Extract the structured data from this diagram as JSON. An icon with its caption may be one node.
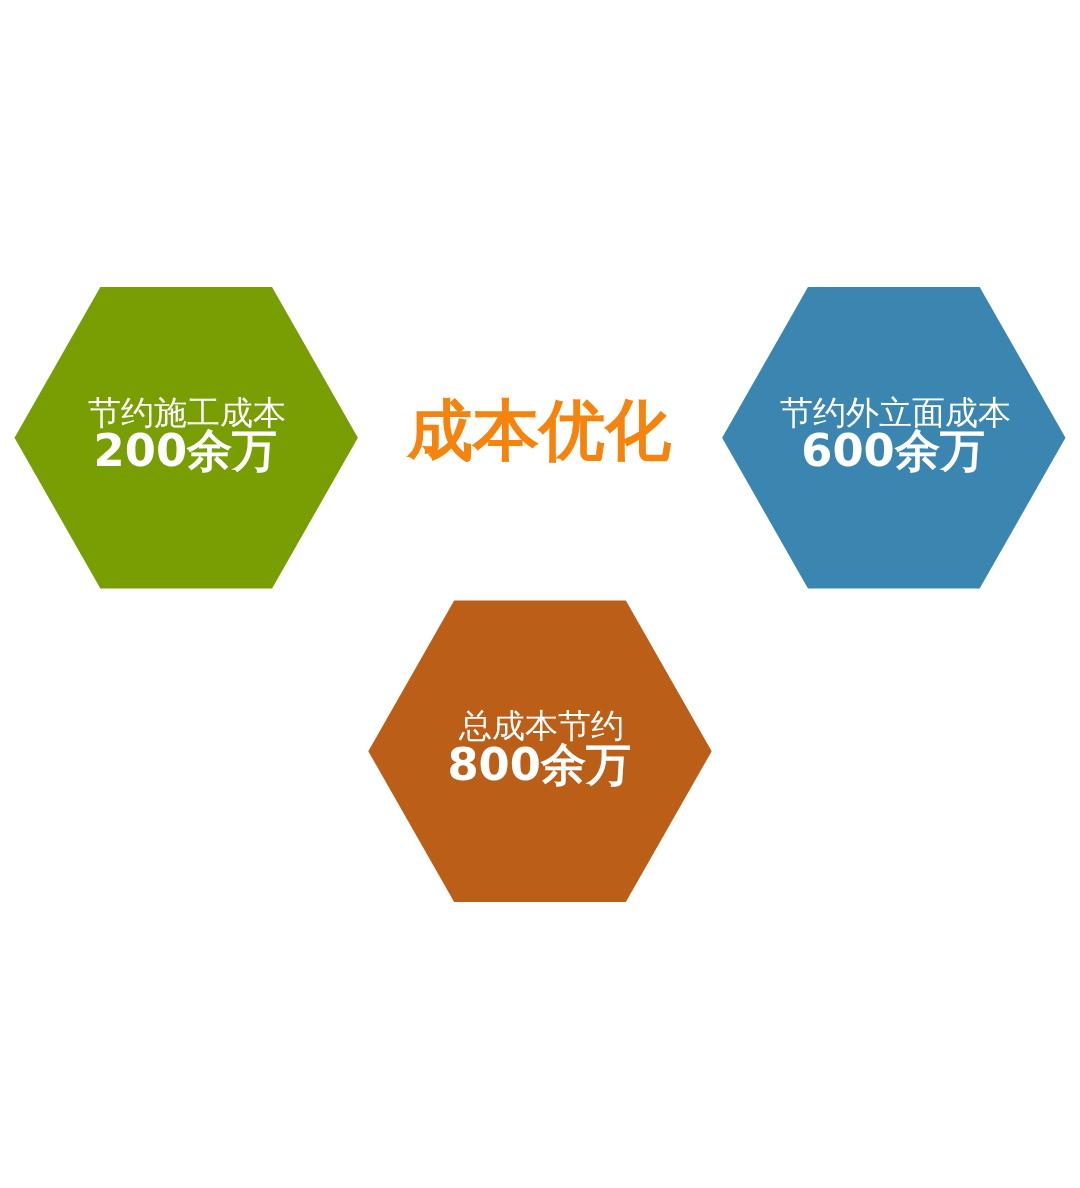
{
  "diagram": {
    "nodes": [
      {
        "text": [
          "节约施工成本",
          "200余万"
        ]
      },
      {
        "text": [
          "节约外立面成本",
          "600余万"
        ]
      },
      {
        "text": [
          "成本优化"
        ]
      },
      {
        "text": [
          "总成本节约",
          "800余万"
        ]
      }
    ]
  }
}
